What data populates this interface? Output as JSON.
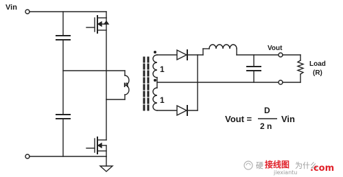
{
  "labels": {
    "vin": "Vin",
    "vout": "Vout",
    "load_line1": "Load",
    "load_line2": "(R)",
    "primary_turns": "n",
    "secondary_turns_top": "1",
    "secondary_turns_bottom": "1"
  },
  "formula": {
    "lhs": "Vout =",
    "numerator": "D",
    "denominator": "2 n",
    "rhs": "Vin"
  },
  "watermark": {
    "prefix": "硬",
    "site_cn": "接线图",
    "suffix": "为什么",
    "site_domain": "jiexiantu",
    "domain_tld": ".com"
  },
  "colors": {
    "wire": "#222222",
    "watermark_red": "#e0212a",
    "watermark_grey": "#9a9a9a"
  }
}
